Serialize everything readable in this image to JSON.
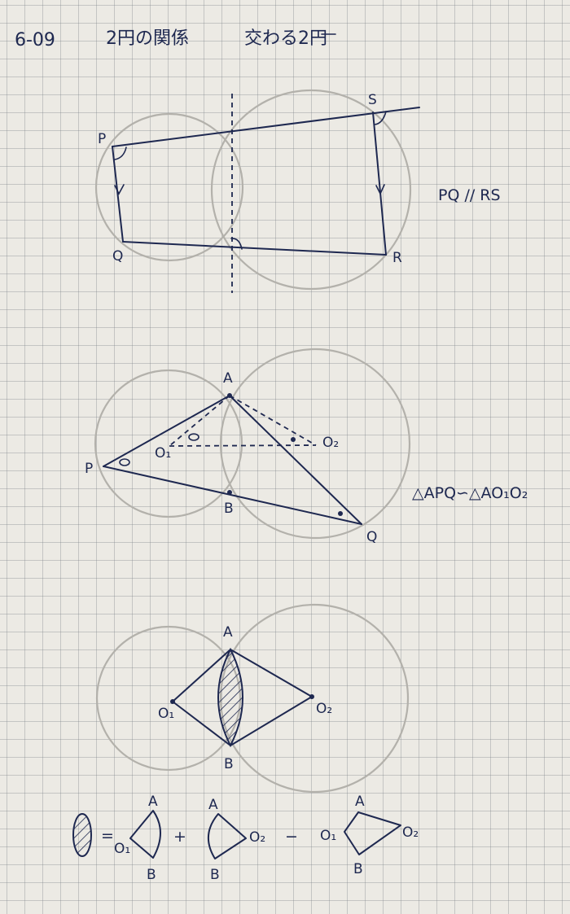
{
  "title": {
    "code": "6-09",
    "text": "2円の関係",
    "subtitle": "交わる2円"
  },
  "figure1": {
    "points": {
      "P": "P",
      "Q": "Q",
      "R": "R",
      "S": "S"
    },
    "statement": "PQ // RS"
  },
  "figure2": {
    "points": {
      "A": "A",
      "P": "P",
      "Q": "Q",
      "B": "B",
      "O1": "O₁",
      "O2": "O₂"
    },
    "statement": "△APQ∽△AO₁O₂"
  },
  "figure3": {
    "points": {
      "A": "A",
      "B": "B",
      "O1": "O₁",
      "O2": "O₂"
    }
  },
  "formula": {
    "equals": "=",
    "plus": "+",
    "minus": "−",
    "term1": {
      "A": "A",
      "B": "B",
      "O": "O₁"
    },
    "term2": {
      "A": "A",
      "B": "B",
      "O": "O₂"
    },
    "term3": {
      "A": "A",
      "B": "B",
      "O1": "O₁",
      "O2": "O₂"
    }
  },
  "colors": {
    "ink": "#1e2850",
    "pencil": "#b3b1ab",
    "paper": "#eceae4",
    "grid": "#8a9096"
  }
}
